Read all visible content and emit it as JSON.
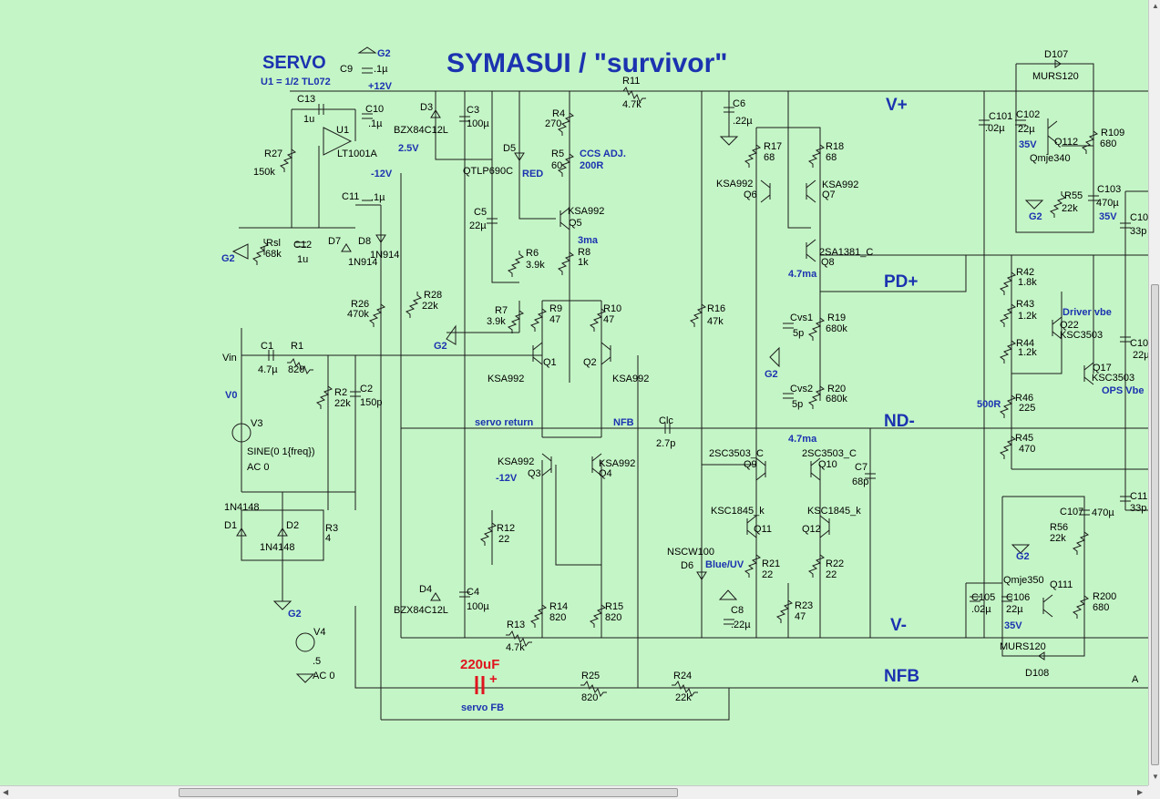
{
  "title": "SYMASUI / \"survivor\"",
  "servo_title": "SERVO",
  "servo_note": "U1 = 1/2 TL072",
  "nets": [
    {
      "text": "V+",
      "cls": "net"
    },
    {
      "text": "PD+",
      "cls": "net"
    },
    {
      "text": "ND-",
      "cls": "net"
    },
    {
      "text": "V-",
      "cls": "net"
    },
    {
      "text": "NFB",
      "cls": "net"
    }
  ],
  "red_cap_label": "220uF",
  "labels": [
    {
      "t": "C9",
      "c": "lbl"
    },
    {
      "t": "G2",
      "c": "blu"
    },
    {
      "t": ".1µ",
      "c": "lbl"
    },
    {
      "t": "+12V",
      "c": "blu"
    },
    {
      "t": "C13",
      "c": "lbl"
    },
    {
      "t": "1u",
      "c": "lbl"
    },
    {
      "t": "C10",
      "c": "lbl"
    },
    {
      "t": ".1µ",
      "c": "lbl"
    },
    {
      "t": "U1",
      "c": "lbl"
    },
    {
      "t": "R27",
      "c": "lbl"
    },
    {
      "t": "150k",
      "c": "lbl"
    },
    {
      "t": "LT1001A",
      "c": "lbl"
    },
    {
      "t": "-12V",
      "c": "blu"
    },
    {
      "t": "C11",
      "c": "lbl"
    },
    {
      "t": ".1µ",
      "c": "lbl"
    },
    {
      "t": "Rsl",
      "c": "lbl"
    },
    {
      "t": "68k",
      "c": "lbl"
    },
    {
      "t": "C12",
      "c": "lbl"
    },
    {
      "t": "1u",
      "c": "lbl"
    },
    {
      "t": "D7",
      "c": "lbl"
    },
    {
      "t": "D8",
      "c": "lbl"
    },
    {
      "t": "1N914",
      "c": "lbl"
    },
    {
      "t": "1N914",
      "c": "lbl"
    },
    {
      "t": "G2",
      "c": "blu"
    },
    {
      "t": "R26",
      "c": "lbl"
    },
    {
      "t": "470k",
      "c": "lbl"
    },
    {
      "t": "D3",
      "c": "lbl"
    },
    {
      "t": "BZX84C12L",
      "c": "lbl"
    },
    {
      "t": "2.5V",
      "c": "blu"
    },
    {
      "t": "C3",
      "c": "lbl"
    },
    {
      "t": "100µ",
      "c": "lbl"
    },
    {
      "t": "D5",
      "c": "lbl"
    },
    {
      "t": "QTLP690C",
      "c": "lbl"
    },
    {
      "t": "RED",
      "c": "blu"
    },
    {
      "t": "R4",
      "c": "lbl"
    },
    {
      "t": "270",
      "c": "lbl"
    },
    {
      "t": "R5",
      "c": "lbl"
    },
    {
      "t": "60",
      "c": "lbl"
    },
    {
      "t": "CCS ADJ.",
      "c": "blu"
    },
    {
      "t": "200R",
      "c": "blu"
    },
    {
      "t": "R11",
      "c": "lbl"
    },
    {
      "t": "4.7k",
      "c": "lbl"
    },
    {
      "t": "C5",
      "c": "lbl"
    },
    {
      "t": "22µ",
      "c": "lbl"
    },
    {
      "t": "KSA992",
      "c": "lbl"
    },
    {
      "t": "Q5",
      "c": "lbl"
    },
    {
      "t": "3ma",
      "c": "blu"
    },
    {
      "t": "R6",
      "c": "lbl"
    },
    {
      "t": "3.9k",
      "c": "lbl"
    },
    {
      "t": "R8",
      "c": "lbl"
    },
    {
      "t": "1k",
      "c": "lbl"
    },
    {
      "t": "R28",
      "c": "lbl"
    },
    {
      "t": "22k",
      "c": "lbl"
    },
    {
      "t": "R7",
      "c": "lbl"
    },
    {
      "t": "3.9k",
      "c": "lbl"
    },
    {
      "t": "R9",
      "c": "lbl"
    },
    {
      "t": "47",
      "c": "lbl"
    },
    {
      "t": "R10",
      "c": "lbl"
    },
    {
      "t": "47",
      "c": "lbl"
    },
    {
      "t": "G2",
      "c": "blu"
    },
    {
      "t": "Vin",
      "c": "lbl"
    },
    {
      "t": "C1",
      "c": "lbl"
    },
    {
      "t": "R1",
      "c": "lbl"
    },
    {
      "t": "4.7µ",
      "c": "lbl"
    },
    {
      "t": "820",
      "c": "lbl"
    },
    {
      "t": "Q1",
      "c": "lbl"
    },
    {
      "t": "Q2",
      "c": "lbl"
    },
    {
      "t": "KSA992",
      "c": "lbl"
    },
    {
      "t": "KSA992",
      "c": "lbl"
    },
    {
      "t": "V0",
      "c": "blu"
    },
    {
      "t": "R2",
      "c": "lbl"
    },
    {
      "t": "22k",
      "c": "lbl"
    },
    {
      "t": "C2",
      "c": "lbl"
    },
    {
      "t": "150p",
      "c": "lbl"
    },
    {
      "t": "V3",
      "c": "lbl"
    },
    {
      "t": "servo return",
      "c": "blu"
    },
    {
      "t": "NFB",
      "c": "blu"
    },
    {
      "t": "Clc",
      "c": "lbl"
    },
    {
      "t": "2.7p",
      "c": "lbl"
    },
    {
      "t": "SINE(0 1{freq})",
      "c": "lbl"
    },
    {
      "t": "AC 0",
      "c": "lbl"
    },
    {
      "t": "KSA992",
      "c": "lbl"
    },
    {
      "t": "KSA992",
      "c": "lbl"
    },
    {
      "t": "-12V",
      "c": "blu"
    },
    {
      "t": "Q3",
      "c": "lbl"
    },
    {
      "t": "Q4",
      "c": "lbl"
    },
    {
      "t": "1N4148",
      "c": "lbl"
    },
    {
      "t": "D1",
      "c": "lbl"
    },
    {
      "t": "D2",
      "c": "lbl"
    },
    {
      "t": "R3",
      "c": "lbl"
    },
    {
      "t": "4",
      "c": "lbl"
    },
    {
      "t": "1N4148",
      "c": "lbl"
    },
    {
      "t": "R12",
      "c": "lbl"
    },
    {
      "t": "22",
      "c": "lbl"
    },
    {
      "t": "D4",
      "c": "lbl"
    },
    {
      "t": "C4",
      "c": "lbl"
    },
    {
      "t": "100µ",
      "c": "lbl"
    },
    {
      "t": "BZX84C12L",
      "c": "lbl"
    },
    {
      "t": "G2",
      "c": "blu"
    },
    {
      "t": "R14",
      "c": "lbl"
    },
    {
      "t": "820",
      "c": "lbl"
    },
    {
      "t": "R15",
      "c": "lbl"
    },
    {
      "t": "820",
      "c": "lbl"
    },
    {
      "t": "V4",
      "c": "lbl"
    },
    {
      "t": ".5",
      "c": "lbl"
    },
    {
      "t": "AC 0",
      "c": "lbl"
    },
    {
      "t": "R13",
      "c": "lbl"
    },
    {
      "t": "4.7k",
      "c": "lbl"
    },
    {
      "t": "R25",
      "c": "lbl"
    },
    {
      "t": "820",
      "c": "lbl"
    },
    {
      "t": "R24",
      "c": "lbl"
    },
    {
      "t": "22k",
      "c": "lbl"
    },
    {
      "t": "servo FB",
      "c": "blu"
    },
    {
      "t": "C6",
      "c": "lbl"
    },
    {
      "t": ".22µ",
      "c": "lbl"
    },
    {
      "t": "R17",
      "c": "lbl"
    },
    {
      "t": "68",
      "c": "lbl"
    },
    {
      "t": "R18",
      "c": "lbl"
    },
    {
      "t": "68",
      "c": "lbl"
    },
    {
      "t": "KSA992",
      "c": "lbl"
    },
    {
      "t": "Q6",
      "c": "lbl"
    },
    {
      "t": "KSA992",
      "c": "lbl"
    },
    {
      "t": "Q7",
      "c": "lbl"
    },
    {
      "t": "2SA1381_C",
      "c": "lbl"
    },
    {
      "t": "Q8",
      "c": "lbl"
    },
    {
      "t": "4.7ma",
      "c": "blu"
    },
    {
      "t": "R16",
      "c": "lbl"
    },
    {
      "t": "47k",
      "c": "lbl"
    },
    {
      "t": "Cvs1",
      "c": "lbl"
    },
    {
      "t": "5p",
      "c": "lbl"
    },
    {
      "t": "R19",
      "c": "lbl"
    },
    {
      "t": "680k",
      "c": "lbl"
    },
    {
      "t": "G2",
      "c": "blu"
    },
    {
      "t": "Cvs2",
      "c": "lbl"
    },
    {
      "t": "5p",
      "c": "lbl"
    },
    {
      "t": "R20",
      "c": "lbl"
    },
    {
      "t": "680k",
      "c": "lbl"
    },
    {
      "t": "4.7ma",
      "c": "blu"
    },
    {
      "t": "2SC3503_C",
      "c": "lbl"
    },
    {
      "t": "Q9",
      "c": "lbl"
    },
    {
      "t": "2SC3503_C",
      "c": "lbl"
    },
    {
      "t": "Q10",
      "c": "lbl"
    },
    {
      "t": "C7",
      "c": "lbl"
    },
    {
      "t": "68p",
      "c": "lbl"
    },
    {
      "t": "KSC1845_k",
      "c": "lbl"
    },
    {
      "t": "Q11",
      "c": "lbl"
    },
    {
      "t": "KSC1845_k",
      "c": "lbl"
    },
    {
      "t": "Q12",
      "c": "lbl"
    },
    {
      "t": "NSCW100",
      "c": "lbl"
    },
    {
      "t": "D6",
      "c": "lbl"
    },
    {
      "t": "Blue/UV",
      "c": "blu"
    },
    {
      "t": "R21",
      "c": "lbl"
    },
    {
      "t": "22",
      "c": "lbl"
    },
    {
      "t": "R22",
      "c": "lbl"
    },
    {
      "t": "22",
      "c": "lbl"
    },
    {
      "t": "C8",
      "c": "lbl"
    },
    {
      "t": ".22µ",
      "c": "lbl"
    },
    {
      "t": "R23",
      "c": "lbl"
    },
    {
      "t": "47",
      "c": "lbl"
    },
    {
      "t": "D107",
      "c": "lbl"
    },
    {
      "t": "MURS120",
      "c": "lbl"
    },
    {
      "t": "C101",
      "c": "lbl"
    },
    {
      "t": ".02µ",
      "c": "lbl"
    },
    {
      "t": "C102",
      "c": "lbl"
    },
    {
      "t": "22µ",
      "c": "lbl"
    },
    {
      "t": "35V",
      "c": "blu"
    },
    {
      "t": "Q112",
      "c": "lbl"
    },
    {
      "t": "R109",
      "c": "lbl"
    },
    {
      "t": "680",
      "c": "lbl"
    },
    {
      "t": "Qmje340",
      "c": "lbl"
    },
    {
      "t": "C103",
      "c": "lbl"
    },
    {
      "t": "470µ",
      "c": "lbl"
    },
    {
      "t": "35V",
      "c": "blu"
    },
    {
      "t": "G2",
      "c": "blu"
    },
    {
      "t": "R55",
      "c": "lbl"
    },
    {
      "t": "22k",
      "c": "lbl"
    },
    {
      "t": "C10",
      "c": "lbl"
    },
    {
      "t": "33p",
      "c": "lbl"
    },
    {
      "t": "R42",
      "c": "lbl"
    },
    {
      "t": "1.8k",
      "c": "lbl"
    },
    {
      "t": "R43",
      "c": "lbl"
    },
    {
      "t": "1.2k",
      "c": "lbl"
    },
    {
      "t": "Driver vbe",
      "c": "blu"
    },
    {
      "t": "Q22",
      "c": "lbl"
    },
    {
      "t": "KSC3503",
      "c": "lbl"
    },
    {
      "t": "R44",
      "c": "lbl"
    },
    {
      "t": "1.2k",
      "c": "lbl"
    },
    {
      "t": "C10",
      "c": "lbl"
    },
    {
      "t": "22µ",
      "c": "lbl"
    },
    {
      "t": "Q17",
      "c": "lbl"
    },
    {
      "t": "KSC3503",
      "c": "lbl"
    },
    {
      "t": "OPS Vbe",
      "c": "blu"
    },
    {
      "t": "500R",
      "c": "blu"
    },
    {
      "t": "R46",
      "c": "lbl"
    },
    {
      "t": "225",
      "c": "lbl"
    },
    {
      "t": "R45",
      "c": "lbl"
    },
    {
      "t": "470",
      "c": "lbl"
    },
    {
      "t": "C11",
      "c": "lbl"
    },
    {
      "t": "33p",
      "c": "lbl"
    },
    {
      "t": "C107",
      "c": "lbl"
    },
    {
      "t": "470µ",
      "c": "lbl"
    },
    {
      "t": "R56",
      "c": "lbl"
    },
    {
      "t": "22k",
      "c": "lbl"
    },
    {
      "t": "G2",
      "c": "blu"
    },
    {
      "t": "Qmje350",
      "c": "lbl"
    },
    {
      "t": "Q111",
      "c": "lbl"
    },
    {
      "t": "C105",
      "c": "lbl"
    },
    {
      "t": ".02µ",
      "c": "lbl"
    },
    {
      "t": "C106",
      "c": "lbl"
    },
    {
      "t": "22µ",
      "c": "lbl"
    },
    {
      "t": "R200",
      "c": "lbl"
    },
    {
      "t": "680",
      "c": "lbl"
    },
    {
      "t": "35V",
      "c": "blu"
    },
    {
      "t": "MURS120",
      "c": "lbl"
    },
    {
      "t": "D108",
      "c": "lbl"
    },
    {
      "t": "A",
      "c": "lbl"
    }
  ]
}
